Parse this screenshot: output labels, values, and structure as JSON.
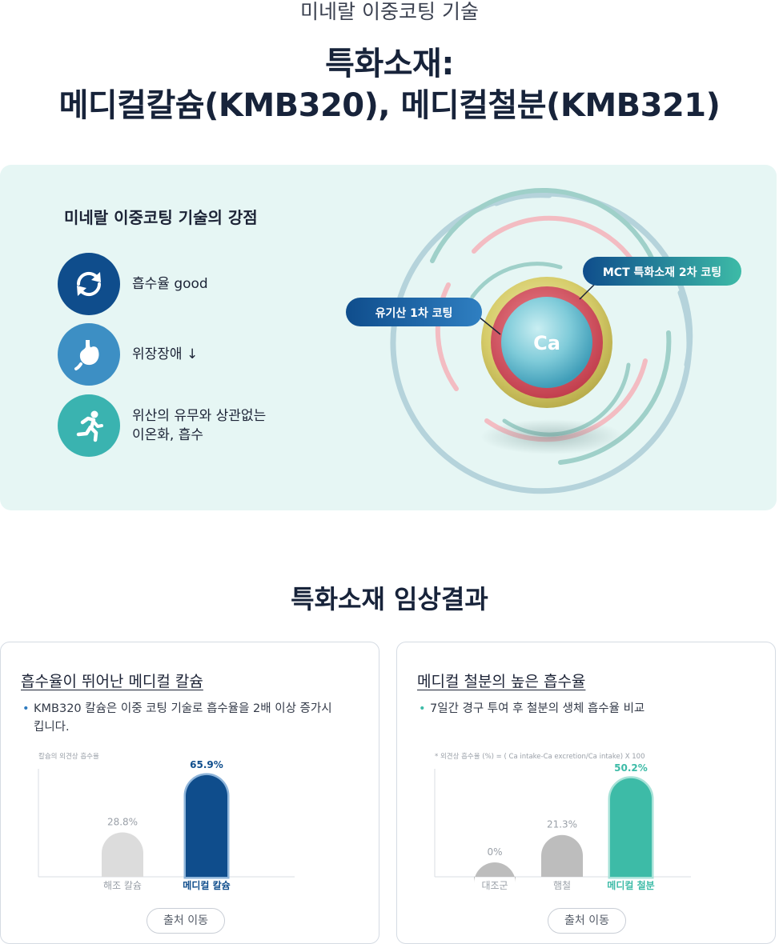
{
  "header": {
    "subtitle": "미네랄 이중코팅 기술",
    "title_line1": "특화소재:",
    "title_line2": "메디컬칼슘(KMB320), 메디컬철분(KMB321)"
  },
  "strengths": {
    "title": "미네랄 이중코팅 기술의 강점",
    "items": [
      {
        "label": "흡수율 good",
        "icon": "refresh-icon",
        "color": "#0f4d8c"
      },
      {
        "label": "위장장애 ↓",
        "icon": "stomach-icon",
        "color": "#3d8fc4"
      },
      {
        "label": "위산의 유무와 상관없는\n이온화, 흡수",
        "icon": "running-icon",
        "color": "#3ab3b0"
      }
    ],
    "diagram": {
      "core_label": "Ca",
      "coating1_label": "유기산 1차 코팅",
      "coating2_label": "MCT 특화소재 2차 코팅"
    }
  },
  "clinical": {
    "title": "특화소재 임상결과",
    "calcium_card": {
      "title": "흡수율이 뛰어난 메디컬 칼슘",
      "bullet": "KMB320 칼슘은 이중 코팅 기술로 흡수율을 2배 이상 증가시킵니다.",
      "note": "칼슘의 외견상 흡수율",
      "source_button": "출처 이동"
    },
    "iron_card": {
      "title": "메디컬 철분의 높은 흡수율",
      "bullet": "7일간 경구 투여 후 철분의 생체 흡수율 비교",
      "note": "* 외견상 흡수율 (%) = ( Ca intake-Ca excretion/Ca intake) X 100",
      "source_button": "출처 이동"
    }
  },
  "colors": {
    "navy": "#0f4d8c",
    "teal": "#3dbba7",
    "gray_bar": "#dcdcdc",
    "iron_gray_bar": "#bdbdbd"
  },
  "chart_data": [
    {
      "type": "bar",
      "categories": [
        "해조 칼슘",
        "메디컬 칼슘"
      ],
      "values": [
        28.8,
        65.9
      ],
      "value_labels": [
        "28.8%",
        "65.9%"
      ],
      "ylim": [
        0,
        70
      ]
    },
    {
      "type": "bar",
      "categories": [
        "대조군",
        "햄철",
        "메디컬 철분"
      ],
      "values": [
        0,
        21.3,
        50.2
      ],
      "value_labels": [
        "0%",
        "21.3%",
        "50.2%"
      ],
      "ylim": [
        0,
        55
      ]
    }
  ]
}
